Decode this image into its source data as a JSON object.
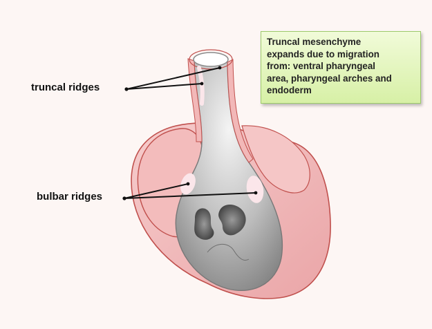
{
  "labels": {
    "truncal_ridges": "truncal ridges",
    "bulbar_ridges": "bulbar ridges"
  },
  "note": {
    "lines": [
      "Truncal mesenchyme",
      "expands due to migration",
      "from: ventral pharyngeal",
      "area, pharyngeal arches and",
      "endoderm"
    ]
  },
  "colors": {
    "heart_fill": "#f2b8b8",
    "heart_outline": "#c0504d",
    "truncus_gray": "#8c8c8c",
    "ridge_highlight": "#fbe6ea",
    "note_fill": "#e4f5c4",
    "note_border": "#9cc96a"
  }
}
